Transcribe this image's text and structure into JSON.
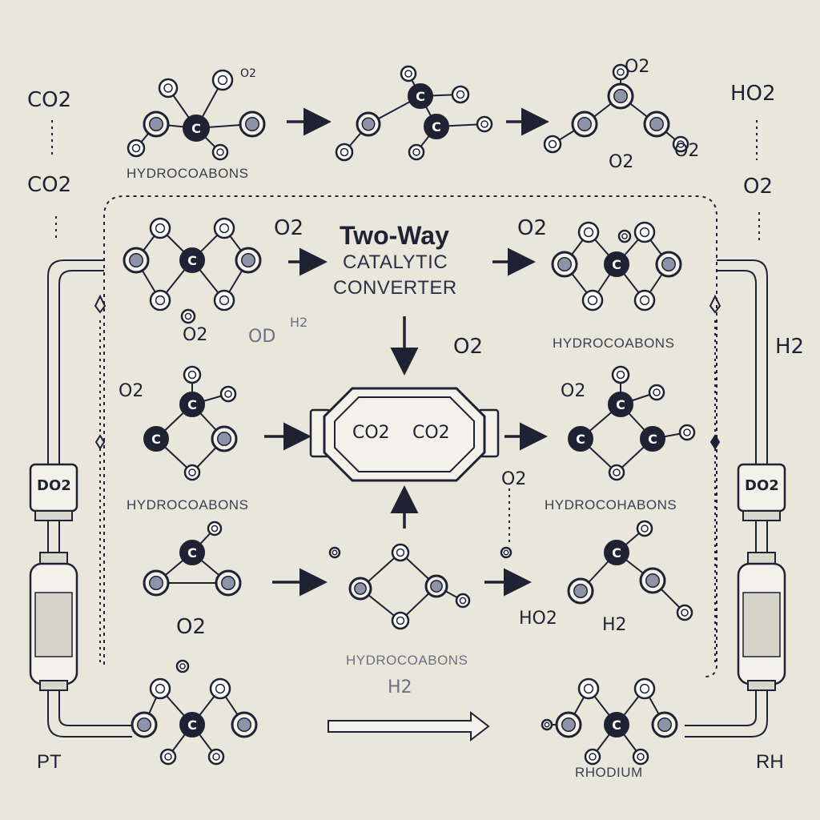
{
  "labels": {
    "top_left_1": "CO2",
    "top_left_2": "CO2",
    "top_right_1": "HO2",
    "top_right_2": "O2",
    "top_o2_a": "O2",
    "top_o2_b": "O2",
    "top_o2_c": "O2",
    "hc_top": "HYDROCOABONS",
    "hc_right_upper": "HYDROCOABONS",
    "hc_left_mid": "HYDROCOABONS",
    "hc_right_mid": "HYDROCOHABONS",
    "hc_center_low": "HYDROCOABONS",
    "row2_o2_left": "O2",
    "row2_o2_right": "O2",
    "row2_o2_below": "O2",
    "row2_partial": "OD",
    "row2_h2": "H2",
    "center_o2": "O2",
    "side_h2": "H2",
    "row3_o2_left": "O2",
    "row3_o2_right": "O2",
    "row4_o2_right_float": "O2",
    "row4_o2_left": "O2",
    "row4_ho2": "HO2",
    "row4_h2": "H2",
    "row4_o2_right": "O2",
    "bottom_h2": "H2",
    "pt": "PT",
    "rh": "RH",
    "rhodium": "RHODIUM"
  },
  "title": {
    "line1": "Two-Way",
    "line2": "CATALYTIC",
    "line3": "CONVERTER"
  },
  "converter": {
    "label_left": "CO2",
    "label_right": "CO2"
  },
  "sensors": {
    "left": "DO2",
    "right": "DO2"
  },
  "colors": {
    "background": "#e9e6dc",
    "ink": "#1e2233",
    "dark_atom": "#1e2233",
    "grey_atom": "#9aa0b2",
    "light_atom": "#ffffff"
  }
}
